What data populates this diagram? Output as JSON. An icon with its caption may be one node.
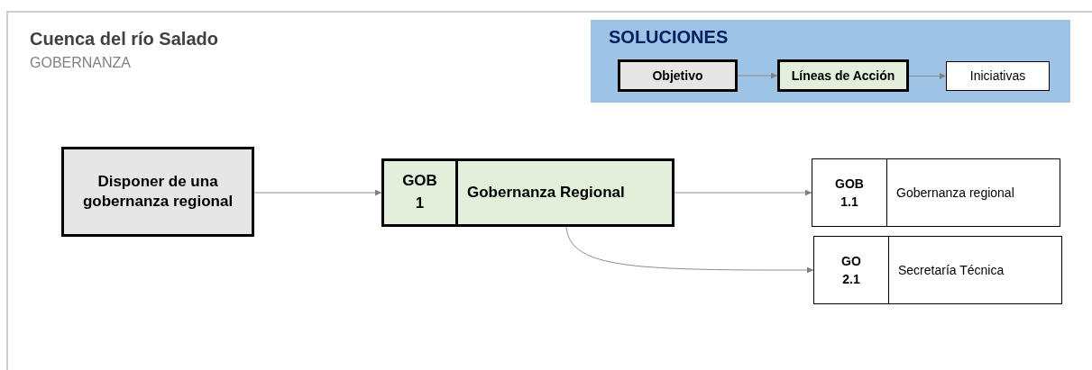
{
  "diagram": {
    "title": "Cuenca del río Salado",
    "nodes": [
      {
        "text": [
          "SOLUCIONES"
        ]
      },
      {
        "text": [
          "Objetivo"
        ],
        "in": 0
      },
      {
        "text": [
          "Líneas de Acción"
        ],
        "in": 0
      },
      {
        "text": [
          "Iniciativas"
        ],
        "in": 0
      },
      {
        "text": [
          "Disponer de una gobernanza regional"
        ]
      },
      {
        "text": [
          "GOB 1",
          "Gobernanza Regional"
        ]
      },
      {
        "text": [
          "GOB 1.1",
          "Gobernanza regional"
        ]
      },
      {
        "text": [
          "GO 2.1",
          "Secretaría Técnica"
        ]
      }
    ],
    "edges": [
      {
        "from": 1,
        "to": 2,
        "arrow": "to"
      },
      {
        "from": 2,
        "to": 3,
        "arrow": "to"
      },
      {
        "from": 4,
        "to": 5,
        "arrow": "to"
      },
      {
        "from": 5,
        "to": 6,
        "arrow": "to"
      },
      {
        "from": 5,
        "to": 7,
        "arrow": "to"
      }
    ],
    "labels": [
      "GOBERNANZA"
    ]
  }
}
